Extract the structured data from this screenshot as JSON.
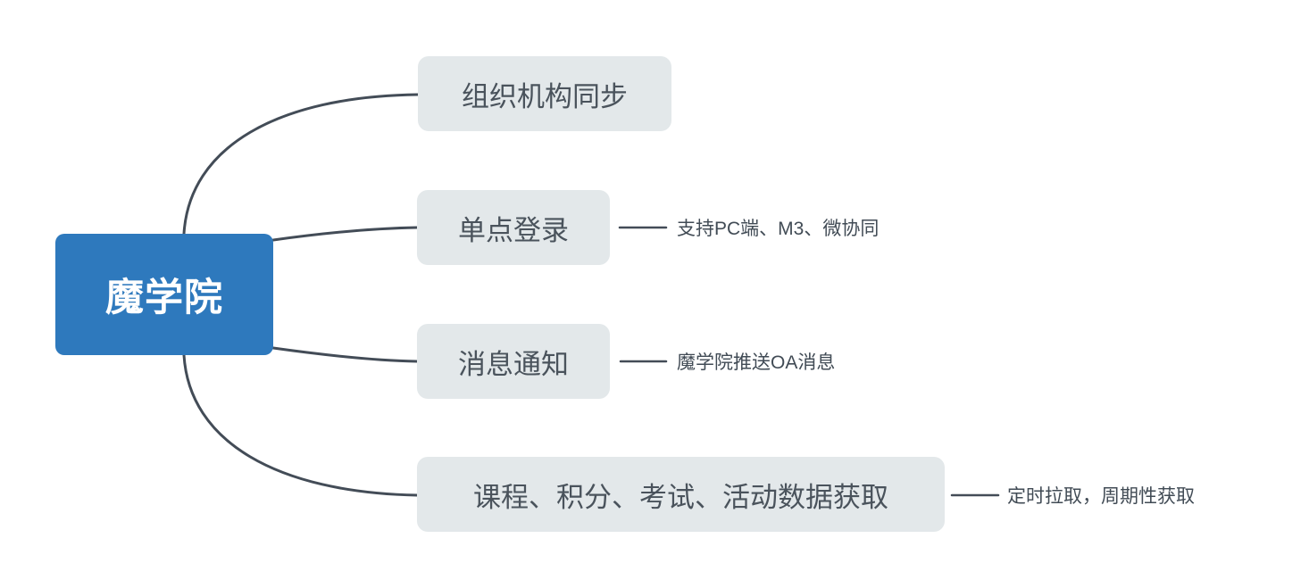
{
  "colors": {
    "canvas_bg": "#ffffff",
    "root_bg": "#2e79bd",
    "root_text": "#ffffff",
    "branch_bg": "#e3e8ea",
    "branch_text": "#4a535c",
    "child_text": "#414b55",
    "line": "#434c57"
  },
  "mindmap": {
    "root": {
      "label": "魔学院"
    },
    "branches": [
      {
        "label": "组织机构同步",
        "child": ""
      },
      {
        "label": "单点登录",
        "child": "支持PC端、M3、微协同"
      },
      {
        "label": "消息通知",
        "child": "魔学院推送OA消息"
      },
      {
        "label": "课程、积分、考试、活动数据获取",
        "child": "定时拉取，周期性获取"
      }
    ]
  }
}
